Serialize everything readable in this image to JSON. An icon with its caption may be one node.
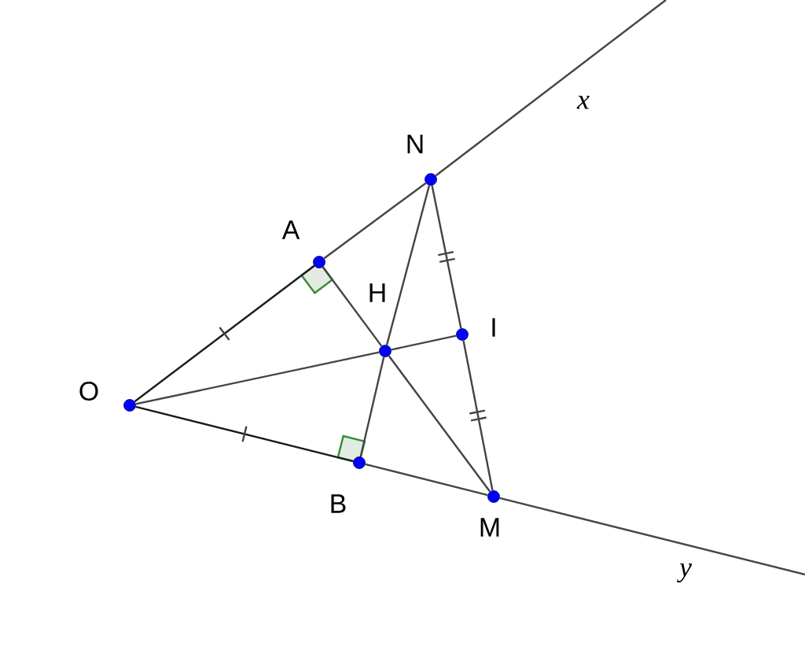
{
  "diagram": {
    "nodes": [
      {
        "text": [
          "N"
        ]
      },
      {
        "text": [
          "A"
        ]
      },
      {
        "text": [
          "H"
        ]
      },
      {
        "text": [
          "I"
        ]
      },
      {
        "text": [
          "O"
        ]
      },
      {
        "text": [
          "B"
        ]
      },
      {
        "text": [
          "M"
        ]
      }
    ],
    "edges": [
      {
        "from": 0,
        "to": null,
        "arrow": "none"
      },
      {
        "from": 1,
        "to": 0,
        "arrow": "none"
      },
      {
        "from": 4,
        "to": 1,
        "arrow": "none",
        "color": "#1a1a1a"
      },
      {
        "from": 4,
        "to": 5,
        "arrow": "none",
        "color": "#1a1a1a"
      },
      {
        "from": 5,
        "to": 6,
        "arrow": "none"
      },
      {
        "from": 6,
        "to": null,
        "arrow": "none"
      },
      {
        "from": 0,
        "to": 2,
        "arrow": "none"
      },
      {
        "from": 2,
        "to": 5,
        "arrow": "none"
      },
      {
        "from": 1,
        "to": 2,
        "arrow": "none"
      },
      {
        "from": 2,
        "to": 6,
        "arrow": "none"
      },
      {
        "from": 4,
        "to": 2,
        "arrow": "none"
      },
      {
        "from": 2,
        "to": 3,
        "arrow": "none"
      },
      {
        "from": 0,
        "to": 3,
        "arrow": "none"
      },
      {
        "from": 3,
        "to": 6,
        "arrow": "none"
      }
    ],
    "labels": [
      "x",
      "y"
    ]
  }
}
